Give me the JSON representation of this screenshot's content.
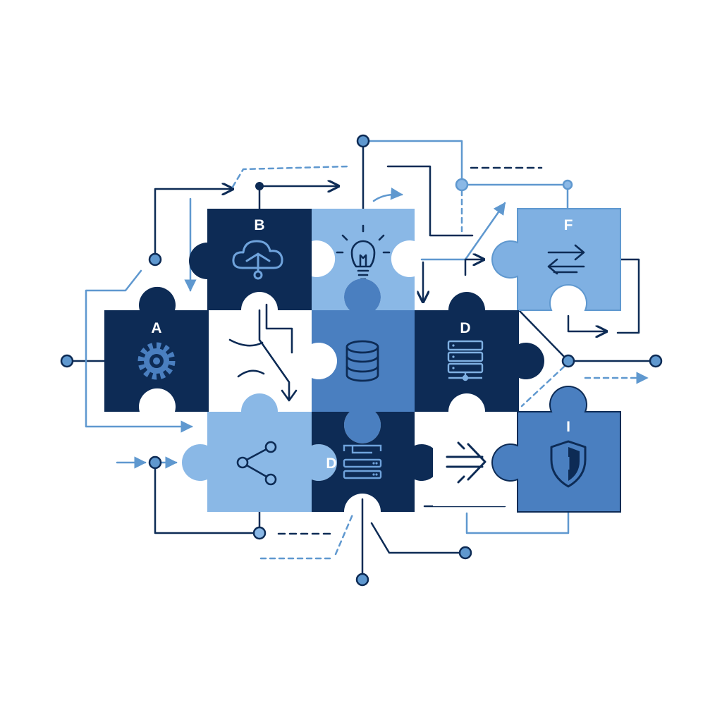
{
  "diagram": {
    "pieces": [
      {
        "id": "a",
        "label": "A",
        "icon": "gear-icon",
        "color": "#0d2b55"
      },
      {
        "id": "b",
        "label": "B",
        "icon": "cloud-network-icon",
        "color": "#0d2b55"
      },
      {
        "id": "idea",
        "label": "",
        "icon": "lightbulb-icon",
        "color": "#8ab8e6"
      },
      {
        "id": "f",
        "label": "F",
        "icon": "sync-arrows-icon",
        "color": "#7fb0e2"
      },
      {
        "id": "flow",
        "label": "",
        "icon": "flow-arrow-icon",
        "color": "#ffffff"
      },
      {
        "id": "database",
        "label": "",
        "icon": "database-icon",
        "color": "#4a7fc0"
      },
      {
        "id": "d-server",
        "label": "D",
        "icon": "server-icon",
        "color": "#0d2b55"
      },
      {
        "id": "share",
        "label": "",
        "icon": "share-icon",
        "color": "#8ab8e6"
      },
      {
        "id": "d-hub",
        "label": "D",
        "icon": "network-hub-icon",
        "color": "#0d2b55"
      },
      {
        "id": "arrow",
        "label": "",
        "icon": "double-arrow-icon",
        "color": "#ffffff"
      },
      {
        "id": "i",
        "label": "I",
        "icon": "shield-icon",
        "color": "#4a7fc0"
      }
    ],
    "palette": {
      "navy": "#0d2b55",
      "mid_blue": "#4a7fc0",
      "light_blue": "#8ab8e6",
      "pale_blue": "#7fb0e2",
      "line": "#0d2b55",
      "line_light": "#5f98cf"
    }
  }
}
